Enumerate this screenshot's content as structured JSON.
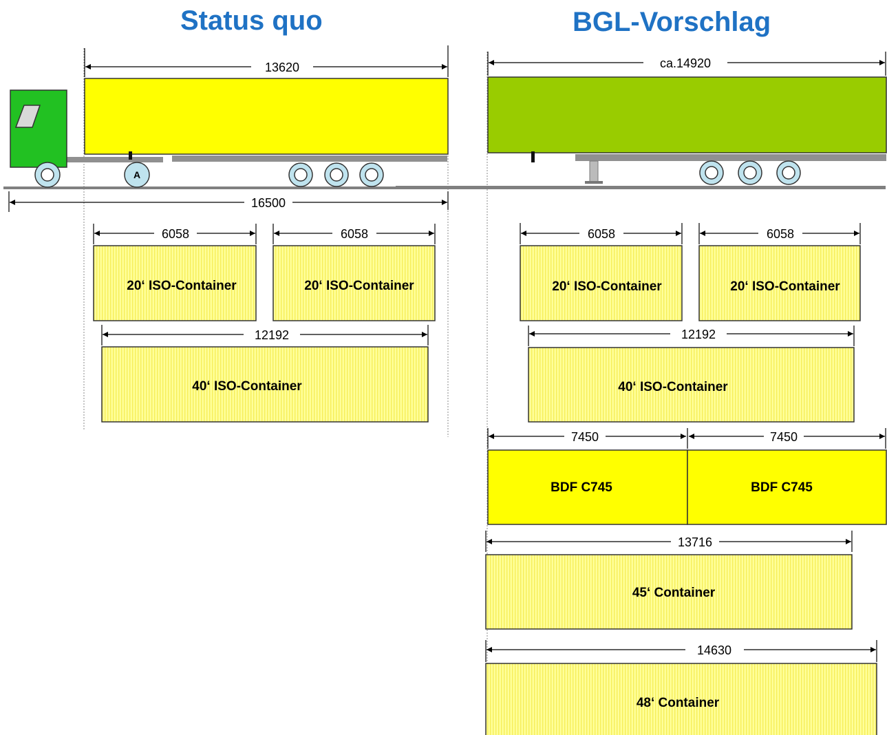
{
  "titles": {
    "left": "Status quo",
    "right": "BGL-Vorschlag"
  },
  "status_quo": {
    "trailer_length": "13620",
    "total_length": "16500",
    "coupling_label": "A",
    "container_20_length_a": "6058",
    "container_20_length_b": "6058",
    "container_20_name_a": "20‘ ISO-Container",
    "container_20_name_b": "20‘ ISO-Container",
    "container_40_length": "12192",
    "container_40_name": "40‘ ISO-Container"
  },
  "bgl_proposal": {
    "trailer_length": "ca.14920",
    "container_20_length_a": "6058",
    "container_20_length_b": "6058",
    "container_20_name_a": "20‘ ISO-Container",
    "container_20_name_b": "20‘ ISO-Container",
    "container_40_length": "12192",
    "container_40_name": "40‘ ISO-Container",
    "swap_body_length_a": "7450",
    "swap_body_length_b": "7450",
    "swap_body_name_a": "BDF C745",
    "swap_body_name_b": "BDF C745",
    "container_45_length": "13716",
    "container_45_name": "45‘ Container",
    "container_48_length": "14630",
    "container_48_name": "48‘ Container"
  },
  "colors": {
    "title": "#1f72c4",
    "cab": "#22c122",
    "trailer_status_quo": "#ffff00",
    "trailer_bgl": "#99cc00",
    "container_fill": "#ffff99",
    "swap_body_fill": "#ffff00",
    "wheel_fill": "#bfe3ee",
    "chassis": "#808080"
  }
}
